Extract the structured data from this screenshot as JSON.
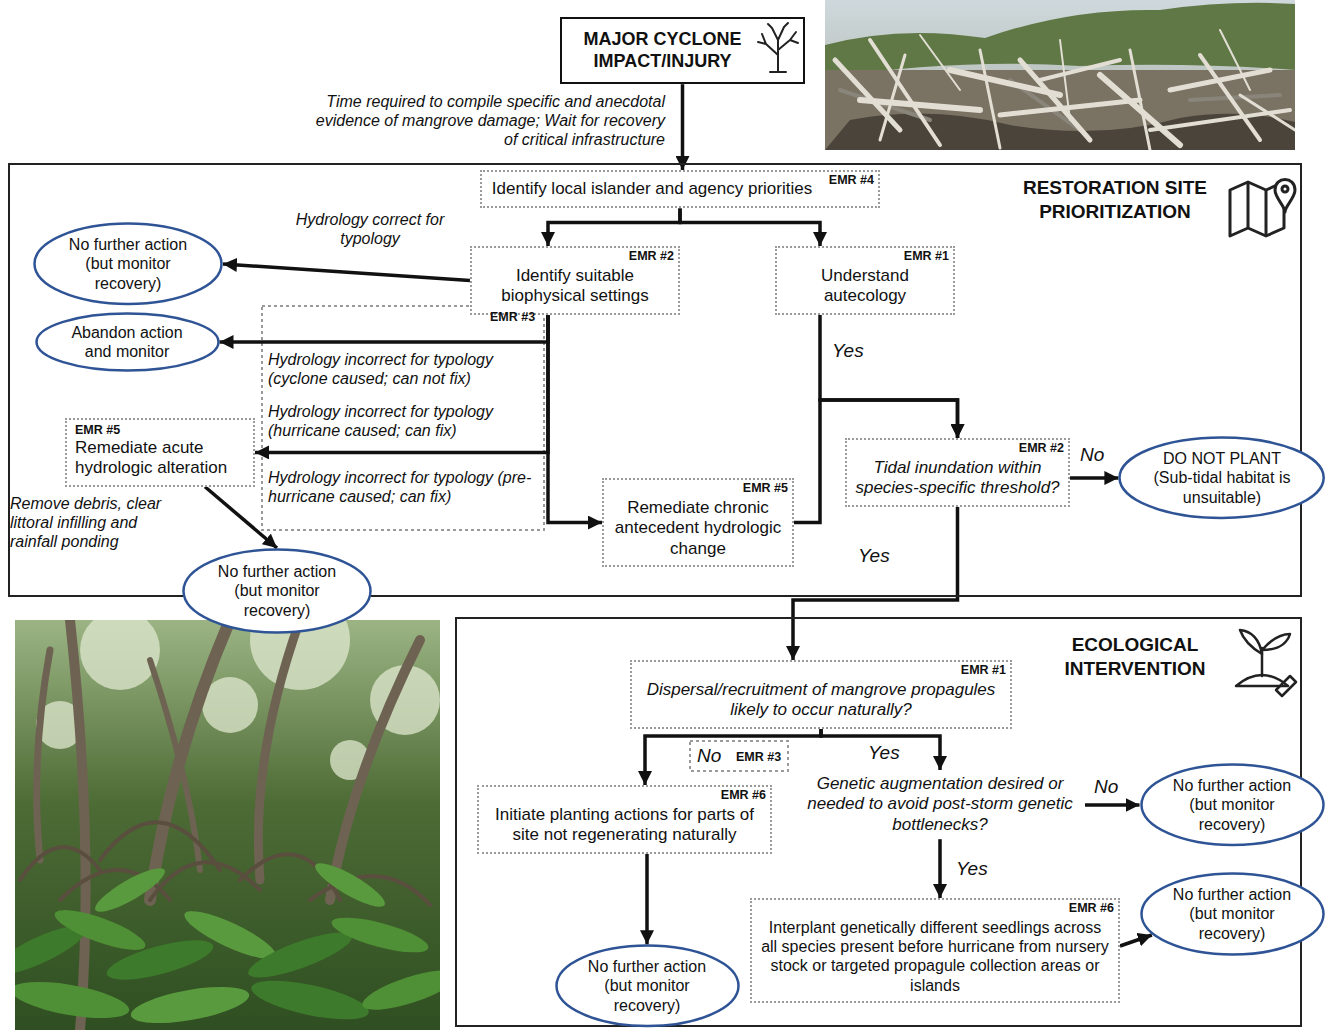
{
  "diagram": {
    "nodes": [
      {
        "text": [
          "MAJOR CYCLONE IMPACT/INJURY"
        ]
      },
      {
        "text": [
          "RESTORATION SITE PRIORITIZATION"
        ]
      },
      {
        "text": [
          "Identify local islander and agency priorities",
          "EMR #4"
        ],
        "in": 1
      },
      {
        "text": [
          "No further action (but monitor recovery)"
        ],
        "in": 1
      },
      {
        "text": [
          "Identify suitable biophysical settings",
          "EMR #2"
        ],
        "in": 1
      },
      {
        "text": [
          "Understand autecology",
          "EMR #1"
        ],
        "in": 1
      },
      {
        "text": [
          "Abandon action and monitor"
        ],
        "in": 1
      },
      {
        "text": [
          "EMR #5",
          "Remediate acute hydrologic alteration"
        ],
        "in": 1
      },
      {
        "text": [
          "Remediate chronic antecedent hydrologic change",
          "EMR #5"
        ],
        "in": 1
      },
      {
        "text": [
          "Tidal inundation within species-specific threshold?",
          "EMR #2"
        ],
        "in": 1
      },
      {
        "text": [
          "DO NOT PLANT (Sub-tidal habitat is unsuitable)"
        ],
        "in": 1
      },
      {
        "text": [
          "No further action (but monitor recovery)"
        ],
        "in": 1
      },
      {
        "text": [
          "ECOLOGICAL INTERVENTION"
        ]
      },
      {
        "text": [
          "Dispersal/recruitment of mangrove propagules likely to occur naturally?",
          "EMR #1"
        ],
        "in": 12
      },
      {
        "text": [
          "Initiate planting actions for parts of site not regenerating naturally",
          "EMR #6"
        ],
        "in": 12
      },
      {
        "text": [
          "Genetic augmentation desired or needed to avoid post-storm genetic bottlenecks?"
        ],
        "in": 12
      },
      {
        "text": [
          "No further action (but monitor recovery)"
        ],
        "in": 12
      },
      {
        "text": [
          "No further action (but monitor recovery)"
        ],
        "in": 12
      },
      {
        "text": [
          "Interplant genetically different seedlings across all species present before hurricane from nursery stock or targeted propagule collection areas or islands",
          "EMR #6"
        ],
        "in": 12
      },
      {
        "text": [
          "No further action (but monitor recovery)"
        ],
        "in": 12
      }
    ],
    "edges": [
      {
        "from": 0,
        "to": 2,
        "label": "Time required to compile specific and anecdotal evidence of mangrove damage; Wait for recovery of critical infrastructure",
        "arrow": "to"
      },
      {
        "from": 2,
        "to": 4,
        "arrow": "to"
      },
      {
        "from": 2,
        "to": 5,
        "arrow": "to"
      },
      {
        "from": 4,
        "to": 3,
        "label": "Hydrology correct for typology",
        "arrow": "to"
      },
      {
        "from": 4,
        "to": 6,
        "label": "Hydrology incorrect for typology (cyclone caused; can not fix)",
        "arrow": "to"
      },
      {
        "from": 4,
        "to": 7,
        "label": "Hydrology incorrect for typology (hurricane caused; can fix)",
        "arrow": "to"
      },
      {
        "from": 4,
        "to": 8,
        "label": "Hydrology incorrect for typology (pre-hurricane caused; can fix)",
        "arrow": "to"
      },
      {
        "from": 7,
        "to": 11,
        "label": "Remove debris, clear littoral infilling and rainfall ponding",
        "arrow": "to"
      },
      {
        "from": 5,
        "to": 9,
        "label": "Yes",
        "arrow": "to"
      },
      {
        "from": 8,
        "to": 9,
        "arrow": "to"
      },
      {
        "from": 9,
        "to": 10,
        "label": "No",
        "arrow": "to"
      },
      {
        "from": 9,
        "to": 13,
        "label": "Yes",
        "arrow": "to"
      },
      {
        "from": 13,
        "to": 14,
        "label": "No",
        "arrow": "to"
      },
      {
        "from": 13,
        "to": 15,
        "label": "Yes",
        "arrow": "to"
      },
      {
        "from": 15,
        "to": 16,
        "label": "No",
        "arrow": "to"
      },
      {
        "from": 15,
        "to": 18,
        "label": "Yes",
        "arrow": "to"
      },
      {
        "from": 18,
        "to": 17,
        "arrow": "to"
      },
      {
        "from": 14,
        "to": 19,
        "arrow": "to"
      }
    ],
    "labels": [
      "EMR #3",
      "EMR #3"
    ]
  }
}
